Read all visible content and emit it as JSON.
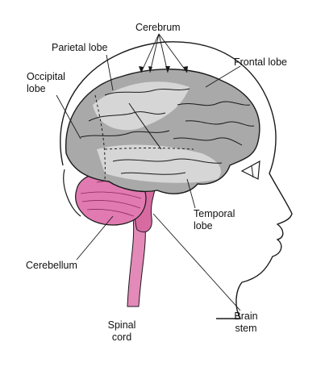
{
  "labels": {
    "cerebrum": "Cerebrum",
    "parietal_lobe": "Parietal lobe",
    "frontal_lobe": "Frontal lobe",
    "occipital_lobe_line1": "Occipital",
    "occipital_lobe_line2": "lobe",
    "temporal_lobe_line1": "Temporal",
    "temporal_lobe_line2": "lobe",
    "cerebellum": "Cerebellum",
    "spinal_cord_line1": "Spinal",
    "spinal_cord_line2": "cord",
    "brain_stem_line1": "Brain",
    "brain_stem_line2": "stem"
  },
  "colors": {
    "cerebrum_gray": "#a9a9a9",
    "cerebrum_light": "#d6d6d6",
    "cerebellum_pink": "#e07ab0",
    "stem_pink": "#e38ab9",
    "outline": "#1a1a1a"
  }
}
